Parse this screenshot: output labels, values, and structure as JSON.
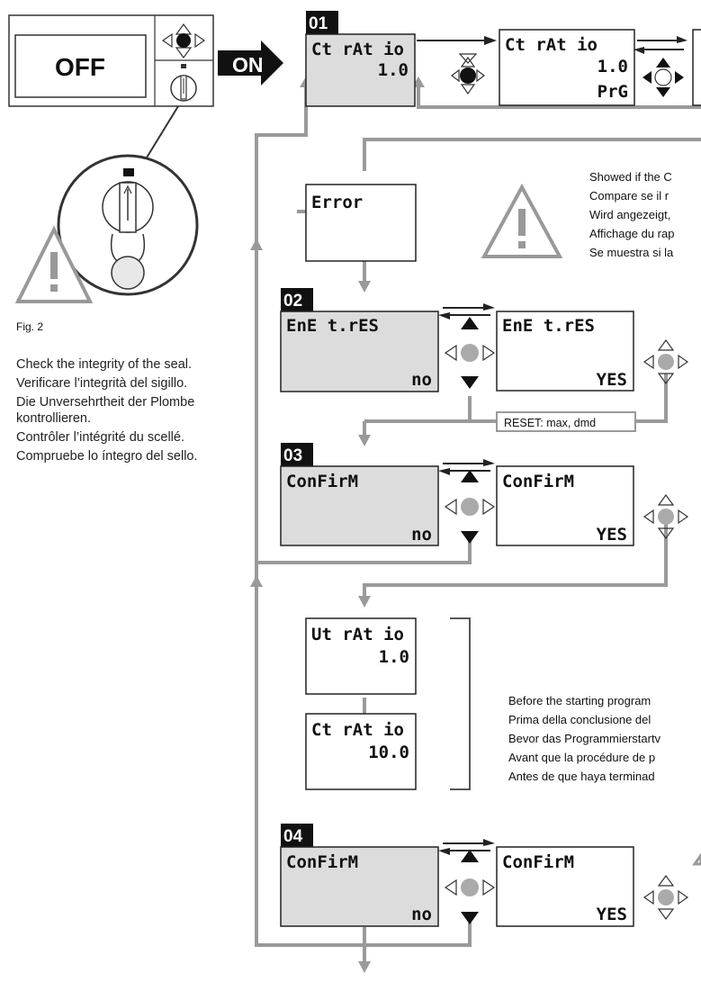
{
  "device": {
    "display_text": "OFF",
    "on_label": "ON",
    "fig_label": "Fig. 2"
  },
  "seal_check_text": [
    "Check the integrity of the seal.",
    "Verificare l’integrità del sigillo.",
    "Die Unversehrtheit der Plombe kontrollieren.",
    "Contrôler l’intégrité du scellé.",
    "Compruebe lo íntegro del sello."
  ],
  "steps": {
    "s01": "01",
    "s02": "02",
    "s03": "03",
    "s04": "04"
  },
  "screens": {
    "ct_ratio_a": {
      "line1": "Ct rAt io",
      "line2": "1.0",
      "line3": ""
    },
    "ct_ratio_prg": {
      "line1": "Ct rAt io",
      "line2": "1.0",
      "line3": "PrG"
    },
    "error": {
      "line1": "Error"
    },
    "ent_tres_no": {
      "line1": "EnE t.rES",
      "line3": "no"
    },
    "ent_tres_yes": {
      "line1": "EnE t.rES",
      "line3": "YES"
    },
    "confirm_no_1": {
      "line1": "ConFirM",
      "line3": "no"
    },
    "confirm_yes_1": {
      "line1": "ConFirM",
      "line3": "YES"
    },
    "ut_ratio": {
      "line1": "Ut rAt io",
      "line2": "1.0"
    },
    "ct_ratio_b": {
      "line1": "Ct rAt io",
      "line2": "10.0"
    },
    "confirm_no_2": {
      "line1": "ConFirM",
      "line3": "no"
    },
    "confirm_yes_2": {
      "line1": "ConFirM",
      "line3": "YES"
    }
  },
  "reset_label": "RESET: max, dmd",
  "note_showed_if": [
    "Showed if the C",
    "Compare se il r",
    "Wird angezeigt,",
    "Affichage du rap",
    "Se muestra si la"
  ],
  "note_before": [
    "Before the starting program",
    "Prima della conclusione del",
    "Bevor das Programmierstartv",
    "Avant que la procédure de p",
    "Antes de que haya terminad"
  ],
  "colors": {
    "lcd_fill": "#dcdcdc",
    "arrow_gray": "#9a9a9a",
    "line_dark": "#222222",
    "button_black": "#111111"
  }
}
